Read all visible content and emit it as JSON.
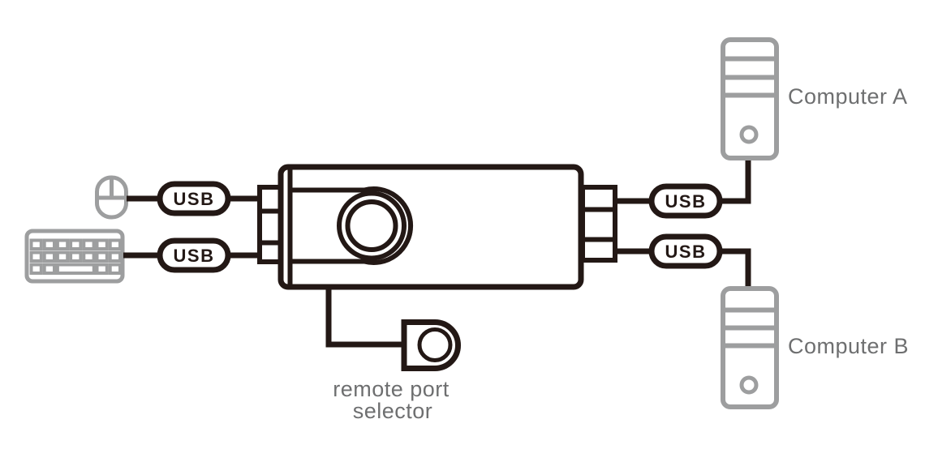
{
  "colors": {
    "background": "#ffffff",
    "line_dark": "#231815",
    "device_gray": "#9d9e9f",
    "label_gray": "#6e6f70"
  },
  "labels": {
    "usb": "USB",
    "computer_a": "Computer A",
    "computer_b": "Computer B",
    "remote_selector_line1": "remote port",
    "remote_selector_line2": "selector"
  }
}
